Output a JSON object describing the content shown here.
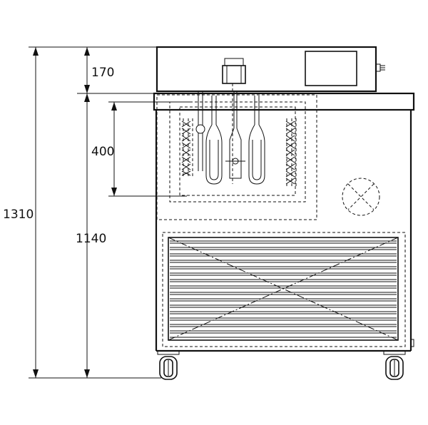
{
  "drawing": {
    "dimensions": {
      "overall_height": "1310",
      "body_height": "1140",
      "top_unit_height": "170",
      "bath_depth": "400"
    }
  }
}
